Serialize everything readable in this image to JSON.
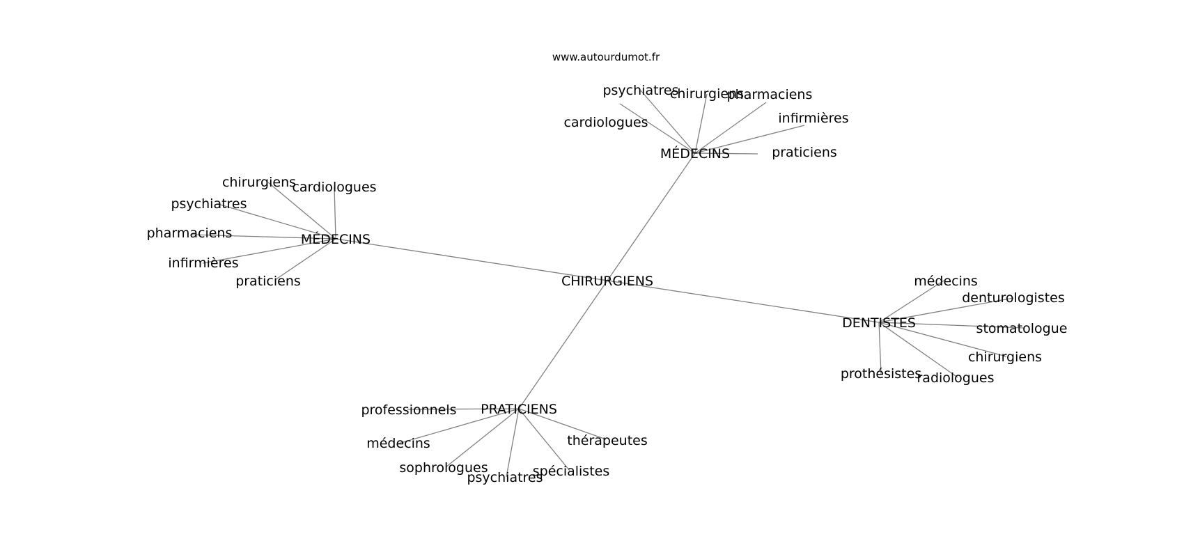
{
  "watermark": "www.autourdumot.fr",
  "graph": {
    "center": "CHIRURGIENS",
    "hubs": [
      {
        "name": "MÉDECINS",
        "leaves": [
          "cardiologues",
          "psychiatres",
          "chirurgiens",
          "infirmières",
          "praticiens",
          "pharmaciens"
        ]
      },
      {
        "name": "MÉDECINS",
        "leaves": [
          "chirurgiens",
          "cardiologues",
          "psychiatres",
          "pharmaciens",
          "infirmières",
          "praticiens"
        ]
      },
      {
        "name": "DENTISTES",
        "leaves": [
          "médecins",
          "denturologistes",
          "stomatologue",
          "chirurgiens",
          "radiologues",
          "prothésistes"
        ]
      },
      {
        "name": "PRATICIENS",
        "leaves": [
          "professionnels",
          "médecins",
          "sophrologues",
          "psychiatres",
          "spécialistes",
          "thérapeutes"
        ]
      }
    ]
  }
}
